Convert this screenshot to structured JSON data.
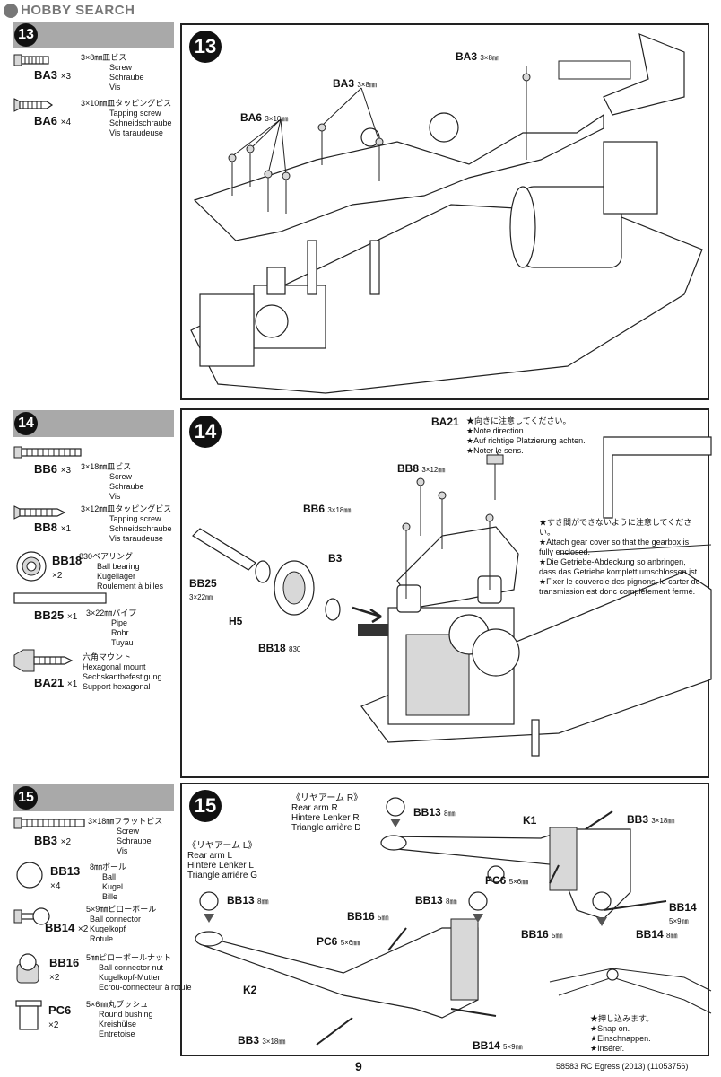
{
  "watermark": {
    "text": "HOBBY SEARCH"
  },
  "page": {
    "number": "9",
    "code": "58583 RC Egress (2013) (11053756)"
  },
  "step13": {
    "number": "13",
    "parts": [
      {
        "code": "BA3",
        "qty": "×3",
        "size_jp": "3×8㎜皿ビス",
        "en": "Screw",
        "de": "Schraube",
        "fr": "Vis"
      },
      {
        "code": "BA6",
        "qty": "×4",
        "size_jp": "3×10㎜皿タッピングビス",
        "en": "Tapping screw",
        "de": "Schneidschraube",
        "fr": "Vis taraudeuse"
      }
    ],
    "labels": {
      "ba3_right": "BA3",
      "ba3_right_size": "3×8㎜",
      "ba3_mid": "BA3",
      "ba3_mid_size": "3×8㎜",
      "ba6": "BA6",
      "ba6_size": "3×10㎜"
    }
  },
  "step14": {
    "number": "14",
    "parts": [
      {
        "code": "BB6",
        "qty": "×3",
        "size_jp": "3×18㎜皿ビス",
        "en": "Screw",
        "de": "Schraube",
        "fr": "Vis"
      },
      {
        "code": "BB8",
        "qty": "×1",
        "size_jp": "3×12㎜皿タッピングビス",
        "en": "Tapping screw",
        "de": "Schneidschraube",
        "fr": "Vis taraudeuse"
      },
      {
        "code": "BB18",
        "qty": "×2",
        "size_jp": "830ベアリング",
        "en": "Ball bearing",
        "de": "Kugellager",
        "fr": "Roulement à billes"
      },
      {
        "code": "BB25",
        "qty": "×1",
        "size_jp": "3×22㎜パイプ",
        "en": "Pipe",
        "de": "Rohr",
        "fr": "Tuyau"
      },
      {
        "code": "BA21",
        "qty": "×1",
        "size_jp": "六角マウント",
        "en": "Hexagonal mount",
        "de": "Sechskantbefestigung",
        "fr": "Support hexagonal"
      }
    ],
    "labels": {
      "ba21": "BA21",
      "ba21_note": [
        "★向きに注意してください。",
        "★Note direction.",
        "★Auf richtige Platzierung achten.",
        "★Noter le sens."
      ],
      "bb8": "BB8",
      "bb8_size": "3×12㎜",
      "bb6": "BB6",
      "bb6_size": "3×18㎜",
      "b3": "B3",
      "bb25": "BB25",
      "bb25_size": "3×22㎜",
      "h5": "H5",
      "bb18": "BB18",
      "bb18_size": "830",
      "gear_note": [
        "★すき間ができないように注意してください。",
        "★Attach gear cover so that the gearbox is",
        "fully enclosed.",
        "★Die Getriebe-Abdeckung so anbringen,",
        "dass das Getriebe komplett umschlossen ist.",
        "★Fixer le couvercle des pignons, le carter de",
        "transmission est donc complètement fermé."
      ]
    }
  },
  "step15": {
    "number": "15",
    "parts": [
      {
        "code": "BB3",
        "qty": "×2",
        "size_jp": "3×18㎜フラットビス",
        "en": "Screw",
        "de": "Schraube",
        "fr": "Vis"
      },
      {
        "code": "BB13",
        "qty": "×4",
        "size_jp": "8㎜ボール",
        "en": "Ball",
        "de": "Kugel",
        "fr": "Bille"
      },
      {
        "code": "BB14",
        "qty": "×2",
        "size_jp": "5×9㎜ピローボール",
        "en": "Ball connector",
        "de": "Kugelkopf",
        "fr": "Rotule"
      },
      {
        "code": "BB16",
        "qty": "×2",
        "size_jp": "5㎜ピローボールナット",
        "en": "Ball connector nut",
        "de": "Kugelkopf-Mutter",
        "fr": "Ecrou-connecteur à rotule"
      },
      {
        "code": "PC6",
        "qty": "×2",
        "size_jp": "5×6㎜丸ブッシュ",
        "en": "Round bushing",
        "de": "Kreishülse",
        "fr": "Entretoise"
      }
    ],
    "rear_arm_r": [
      "《リヤアーム R》",
      "Rear arm R",
      "Hintere Lenker R",
      "Triangle arrière D"
    ],
    "rear_arm_l": [
      "《リヤアーム L》",
      "Rear arm L",
      "Hintere Lenker L",
      "Triangle arrière G"
    ],
    "labels": {
      "bb13_a": "BB13",
      "bb13_a_size": "8㎜",
      "k1": "K1",
      "bb3_a": "BB3",
      "bb3_a_size": "3×18㎜",
      "pc6_a": "PC6",
      "pc6_a_size": "5×6㎜",
      "bb16_a": "BB16",
      "bb16_a_size": "5㎜",
      "bb14_a": "BB14",
      "bb14_a_size": "5×9㎜",
      "bb14_b": "BB14",
      "bb14_b_size": "8㎜",
      "bb13_b": "BB13",
      "bb13_b_size": "8㎜",
      "bb16_b": "BB16",
      "bb16_b_size": "5㎜",
      "bb13_c": "BB13",
      "bb13_c_size": "8㎜",
      "pc6_b": "PC6",
      "pc6_b_size": "5×6㎜",
      "k2": "K2",
      "bb3_b": "BB3",
      "bb3_b_size": "3×18㎜",
      "bb14_c": "BB14",
      "bb14_c_size": "5×9㎜",
      "snap": [
        "★押し込みます。",
        "★Snap on.",
        "★Einschnappen.",
        "★Insérer."
      ]
    }
  }
}
